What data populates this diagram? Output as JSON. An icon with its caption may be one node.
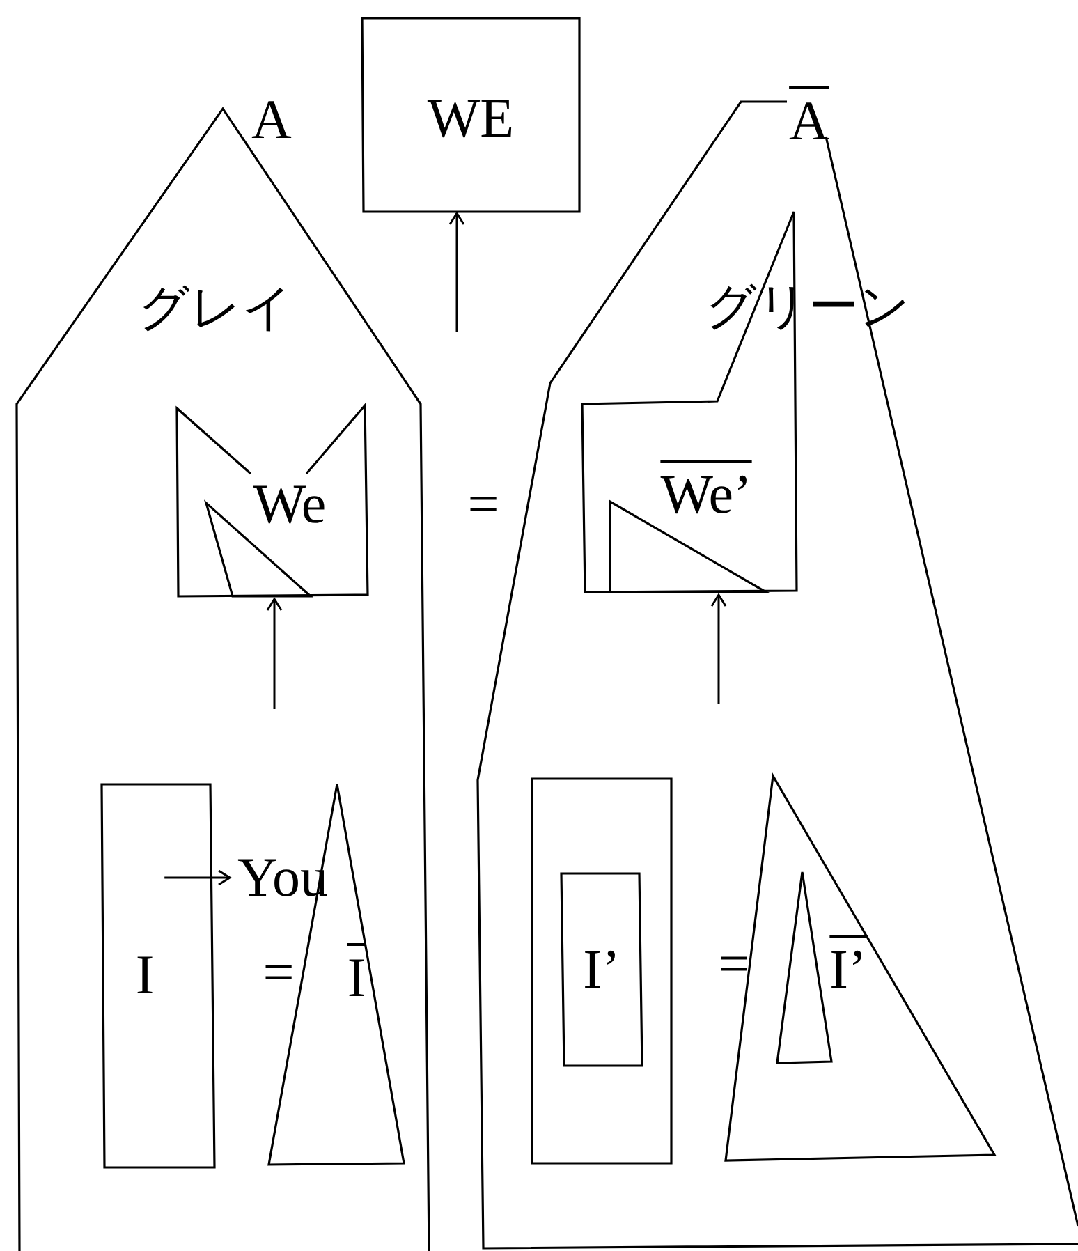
{
  "diagram": {
    "nodes": [
      {
        "text": [
          "A",
          "グレイ"
        ]
      },
      {
        "text": [
          "WE"
        ]
      },
      {
        "text": [
          "A",
          "グリーン"
        ]
      },
      {
        "text": [
          "We"
        ],
        "in": 0
      },
      {
        "text": [],
        "shape": "triangle",
        "in": 3
      },
      {
        "text": [
          "We’"
        ],
        "in": 2
      },
      {
        "text": [],
        "shape": "triangle",
        "in": 5
      },
      {
        "text": [
          "I"
        ],
        "in": 0
      },
      {
        "text": [
          "I"
        ],
        "in": 0
      },
      {
        "text": [],
        "shape": "box",
        "in": 2
      },
      {
        "text": [
          "I’"
        ],
        "in": 9
      },
      {
        "text": [
          "I’"
        ],
        "in": 2
      },
      {
        "text": [],
        "shape": "triangle",
        "in": 11
      },
      {
        "text": [
          "You"
        ],
        "in": 0
      }
    ],
    "edges": [
      {
        "from": null,
        "to": 1,
        "arrow": "to"
      },
      {
        "from": null,
        "to": 3,
        "arrow": "to"
      },
      {
        "from": null,
        "to": 5,
        "arrow": "to"
      },
      {
        "from": 7,
        "to": 13,
        "arrow": "to"
      }
    ],
    "labels": [
      "=",
      "=",
      "="
    ]
  }
}
